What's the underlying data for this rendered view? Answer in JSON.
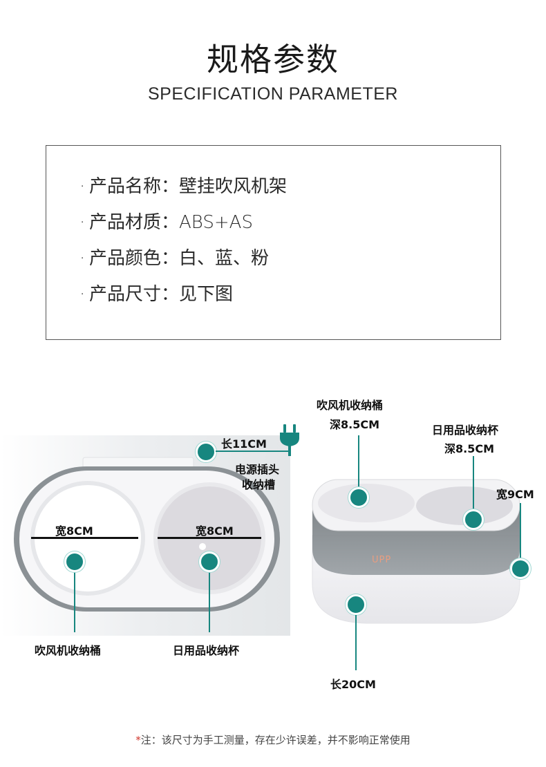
{
  "header": {
    "title_cn": "规格参数",
    "title_en": "SPECIFICATION PARAMETER"
  },
  "specs": [
    {
      "bullet": "·",
      "label": "产品名称：",
      "value": "壁挂吹风机架"
    },
    {
      "bullet": "·",
      "label": "产品材质：",
      "value": "ABS+AS"
    },
    {
      "bullet": "·",
      "label": "产品颜色：",
      "value": "白、蓝、粉"
    },
    {
      "bullet": "·",
      "label": "产品尺寸：",
      "value": "见下图"
    }
  ],
  "diagram_left": {
    "length": "长11CM",
    "plug_slot_line1": "电源插头",
    "plug_slot_line2": "收纳槽",
    "left_width": "宽8CM",
    "right_width": "宽8CM",
    "left_name": "吹风机收纳桶",
    "right_name": "日用品收纳杯",
    "plug_icon": "power-plug-icon"
  },
  "diagram_right": {
    "dryer_bin": "吹风机收纳桶",
    "dryer_depth": "深8.5CM",
    "cup_name": "日用品收纳杯",
    "cup_depth": "深8.5CM",
    "width": "宽9CM",
    "length": "长20CM",
    "brand": "UPP"
  },
  "colors": {
    "accent": "#17867f",
    "text": "#222222",
    "note_star": "#d0352b",
    "product_gray": "#8b9195",
    "product_white": "#f4f4f6"
  },
  "footnote": {
    "star": "*",
    "text": "注：该尺寸为手工测量，存在少许误差，并不影响正常使用"
  }
}
